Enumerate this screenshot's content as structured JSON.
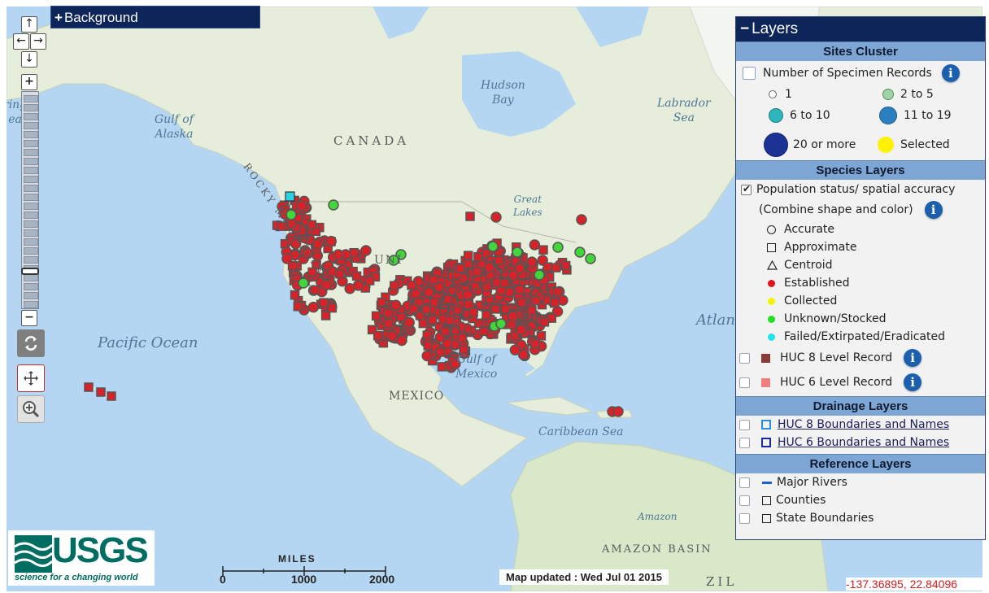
{
  "background_panel": {
    "label": "Background"
  },
  "map": {
    "labels": {
      "hudson_bay": "Hudson\nBay",
      "labrador_sea": "Labrador\nSea",
      "gulf_alaska": "Gulf of\nAlaska",
      "canada": "CANADA",
      "rocky_mountains": "ROCKY MOUNTAINS",
      "great_lakes": "Great\nLakes",
      "pacific_ocean": "Pacific Ocean",
      "gulf_mexico": "Gulf of\nMexico",
      "mexico": "MEXICO",
      "caribbean": "Caribbean Sea",
      "atlantic": "Atlan",
      "amazon": "Amazon",
      "amazon_basin": "AMAZON BASIN",
      "brazil_partial": "ZIL",
      "bering_partial": "ring\nea",
      "us_partial": "UNI"
    },
    "colors": {
      "ocean": "#b5d6f2",
      "land": "#e8f0dc",
      "established": "#d8222a",
      "unknown_stocked": "#41d63a",
      "failed": "#27d2e6",
      "cluster_border": "#555555"
    }
  },
  "scalebar": {
    "unit": "MILES",
    "labels": [
      "0",
      "1000",
      "2000"
    ]
  },
  "logo": {
    "name": "USGS",
    "tagline": "science for a changing world"
  },
  "status": {
    "updated": "Map updated : Wed Jul 01 2015",
    "coordinates": "-137.36895, 22.84096"
  },
  "layers": {
    "title": "Layers",
    "sites_cluster": {
      "header": "Sites Cluster",
      "toggle_label": "Number of Specimen Records",
      "legend": [
        {
          "label": "1",
          "color": "#ffffff"
        },
        {
          "label": "2 to 5",
          "color": "#9fd4a6"
        },
        {
          "label": "6 to 10",
          "color": "#2fb6bc"
        },
        {
          "label": "11 to 19",
          "color": "#2c7fbf"
        },
        {
          "label": "20 or more",
          "color": "#1d3394"
        },
        {
          "label": "Selected",
          "color": "#fff200"
        }
      ]
    },
    "species": {
      "header": "Species Layers",
      "toggle_label": "Population status/ spatial accuracy",
      "subtitle": "(Combine shape and color)",
      "shapes": [
        {
          "label": "Accurate",
          "icon": "circle-outline"
        },
        {
          "label": "Approximate",
          "icon": "square-outline"
        },
        {
          "label": "Centroid",
          "icon": "triangle-outline"
        }
      ],
      "statuses": [
        {
          "label": "Established",
          "color": "#e0141a"
        },
        {
          "label": "Collected",
          "color": "#f4f400"
        },
        {
          "label": "Unknown/Stocked",
          "color": "#22e022"
        },
        {
          "label": "Failed/Extirpated/Eradicated",
          "color": "#1fe4ee"
        }
      ],
      "huc8": {
        "label": "HUC 8 Level Record",
        "color": "#8a3b38"
      },
      "huc6": {
        "label": "HUC 6 Level Record",
        "color": "#f07f7f"
      }
    },
    "drainage": {
      "header": "Drainage Layers",
      "items": [
        {
          "label": "HUC 8 Boundaries and Names",
          "color": "#2a8fe0"
        },
        {
          "label": "HUC 6 Boundaries and Names",
          "color": "#1a2aa8"
        }
      ]
    },
    "reference": {
      "header": "Reference Layers",
      "items": [
        {
          "label": "Major Rivers",
          "icon": "river-line-icon",
          "color": "#1e5fd0"
        },
        {
          "label": "Counties",
          "icon": "square-outline-icon"
        },
        {
          "label": "State Boundaries",
          "icon": "square-outline-icon"
        }
      ]
    }
  }
}
